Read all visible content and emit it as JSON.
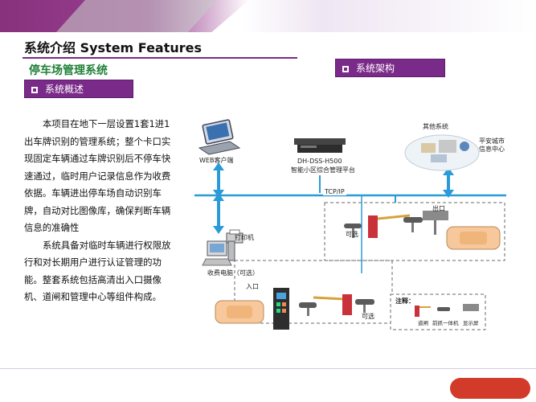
{
  "header": {
    "title": "系统介绍 System Features",
    "subtitle": "停车场管理系统"
  },
  "sections": {
    "overview_label": "系统概述",
    "architecture_label": "系统架构"
  },
  "body": {
    "paragraph1": "本项目在地下一层设置1套1进1出车牌识别的管理系统；整个卡口实现固定车辆通过车牌识别后不停车快速通过，临时用户记录信息作为收费依据。车辆进出停车场自动识别车牌，自动对比图像库，确保判断车辆信息的准确性",
    "paragraph2": "系统具备对临时车辆进行权限放行和对长期用户进行认证管理的功能。整套系统包括高清出入口摄像机、道闸和管理中心等组件构成。"
  },
  "diagram": {
    "web_client": "WEB客户端",
    "platform_model": "DH-DSS-H500",
    "platform_name": "智能小区综合管理平台",
    "other_systems": "其他系统",
    "city_center_line1": "平安城市",
    "city_center_line2": "信息中心",
    "network": "TCP/IP",
    "printer": "打印机",
    "toll_pc": "收费电脑（可选）",
    "optional": "可选",
    "exit": "出口",
    "entrance": "入口",
    "legend_title": "注释：",
    "legend_barrier": "道闸",
    "legend_camera": "前抓一体机",
    "legend_display": "显示屏",
    "colors": {
      "network_line": "#2a9bd8",
      "barrier_red": "#c9323a",
      "car_fill": "#f6c89b",
      "dashed_border": "#6a6a6a"
    }
  },
  "icons": [
    "laptop-icon",
    "server-icon",
    "cloud-icon",
    "printer-icon",
    "desktop-icon",
    "camera-icon",
    "barrier-gate-icon",
    "car-icon",
    "display-icon",
    "terminal-icon"
  ],
  "colors": {
    "accent_purple": "#7a2a88",
    "subtitle_green": "#1f7f37"
  }
}
